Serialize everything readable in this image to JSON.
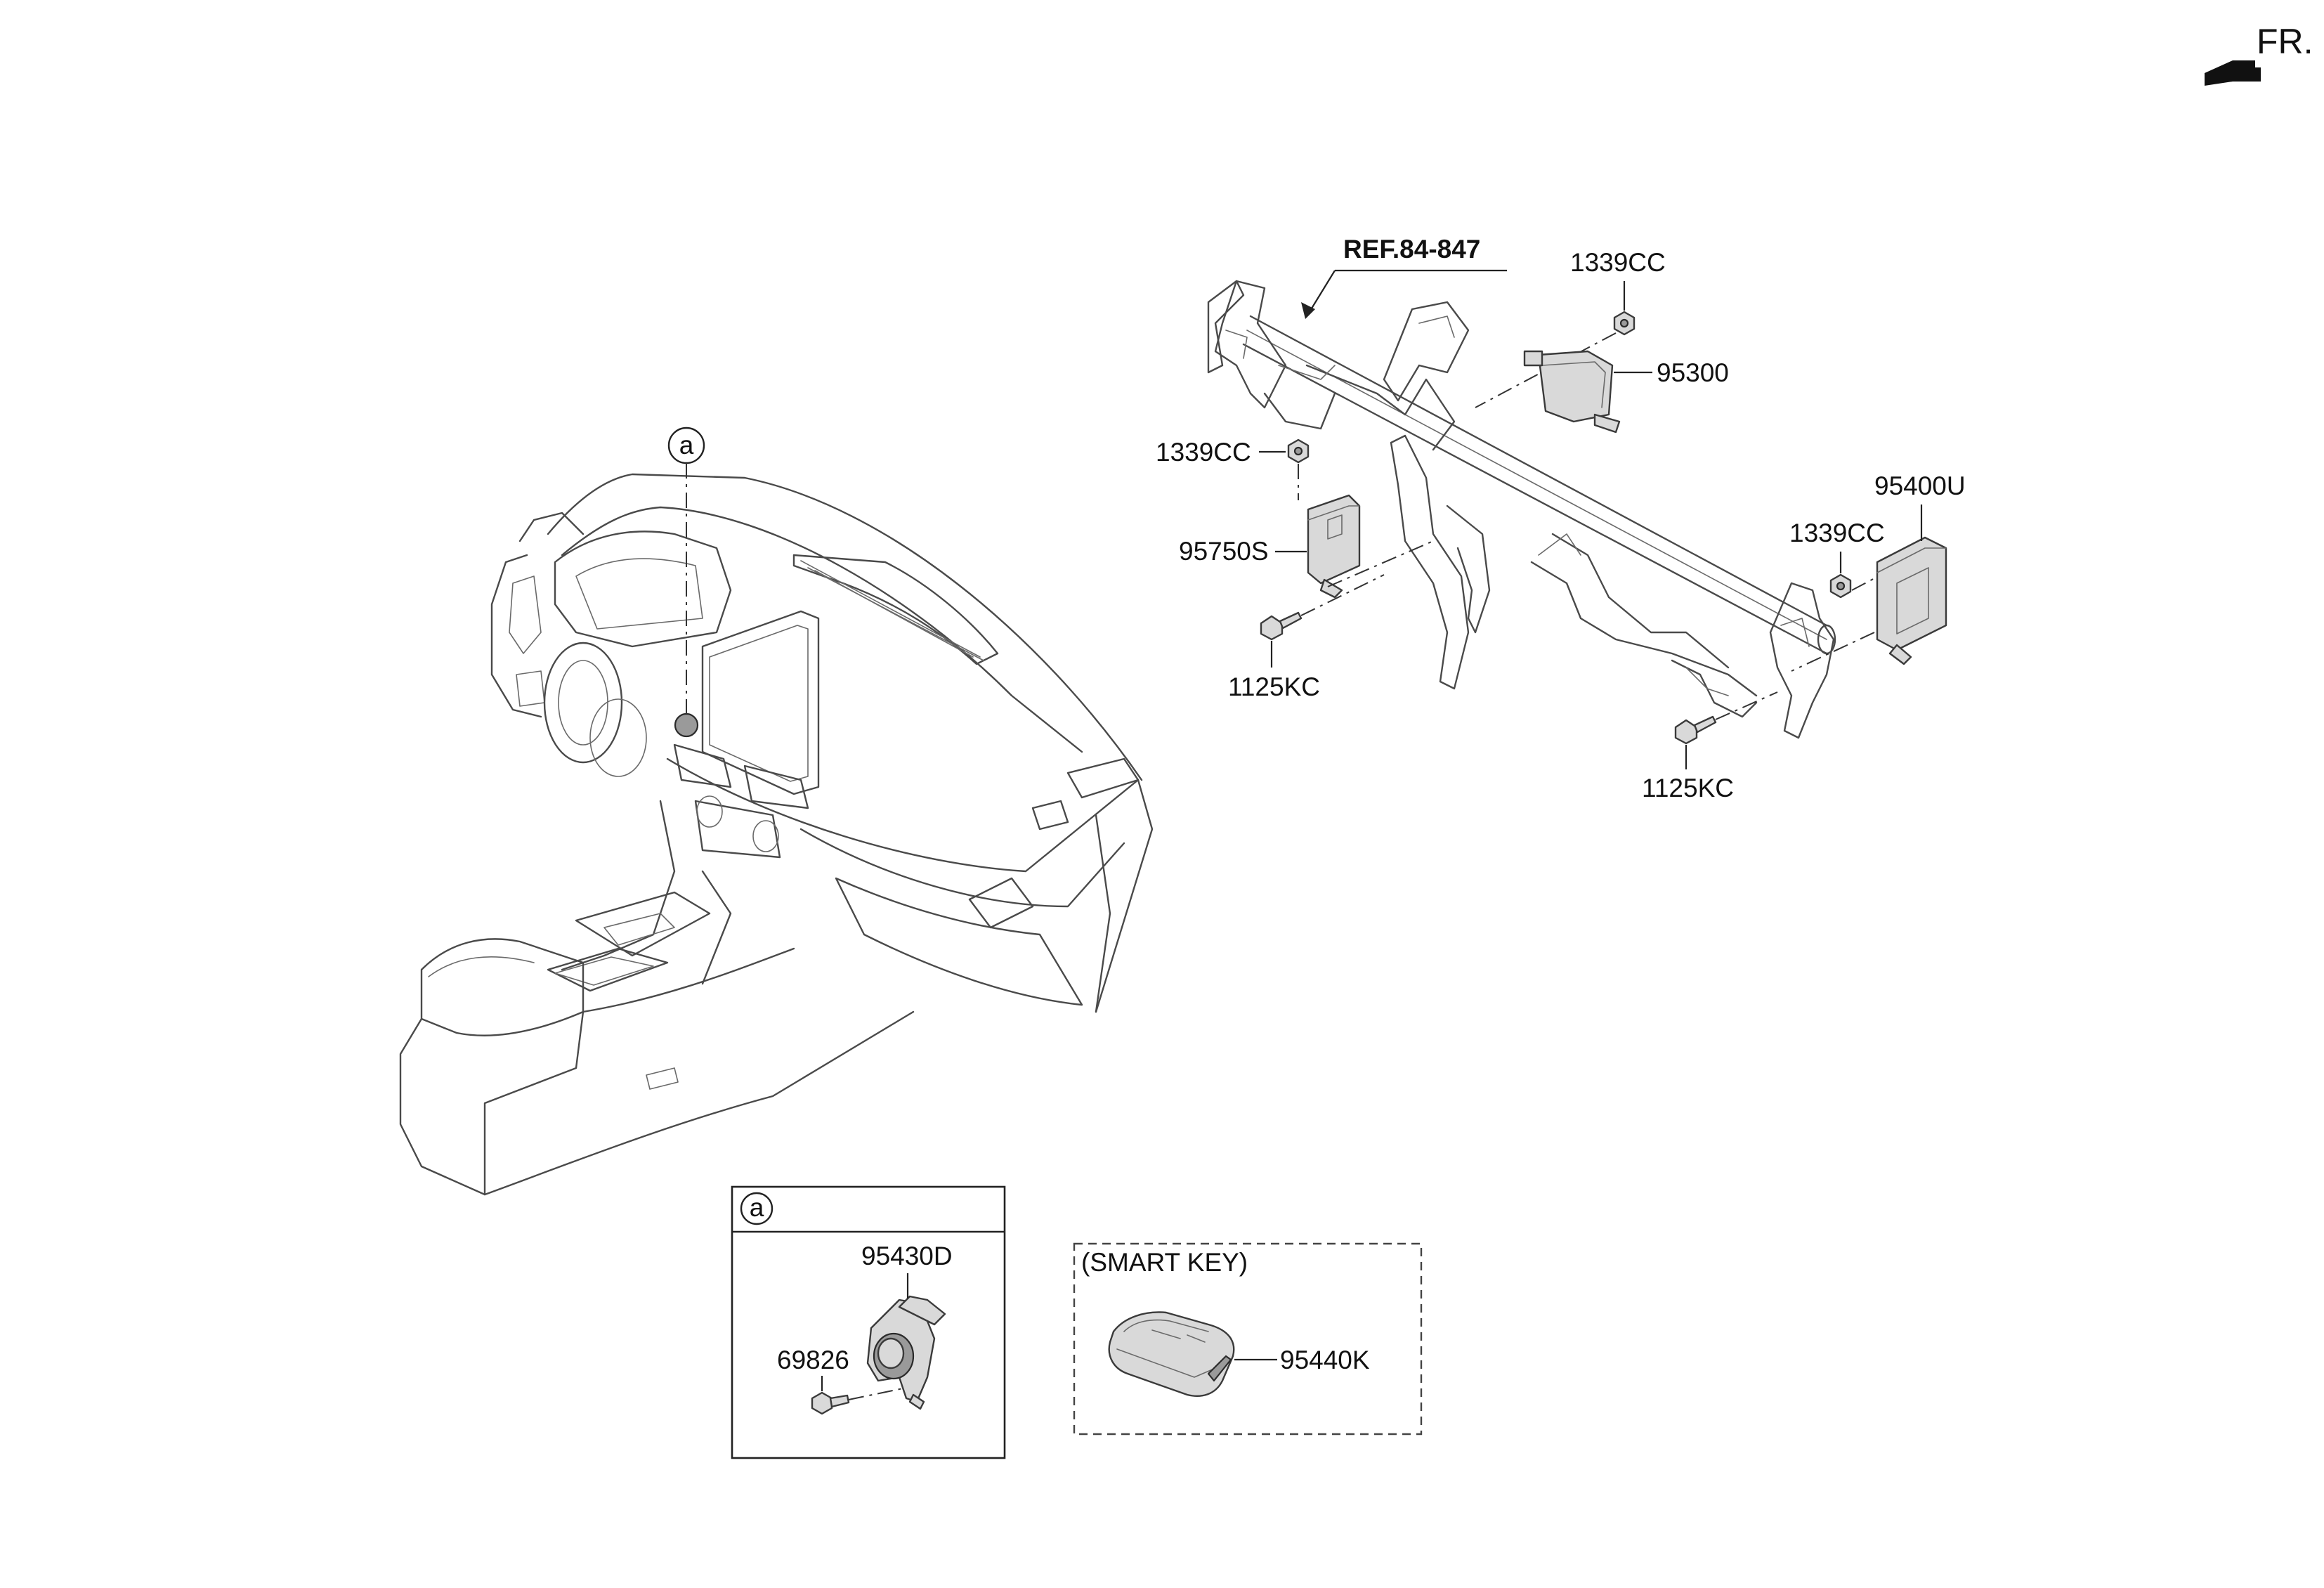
{
  "direction": {
    "label": "FR."
  },
  "reference": {
    "label": "REF.84-847"
  },
  "callouts": {
    "nut_top": "1339CC",
    "module_95300": "95300",
    "nut_left": "1339CC",
    "module_95750s": "95750S",
    "bolt_left": "1125KC",
    "module_95400u": "95400U",
    "nut_right": "1339CC",
    "bolt_right": "1125KC"
  },
  "detail_marker": {
    "label": "a"
  },
  "detail_box": {
    "marker": "a",
    "part_switch": "95430D",
    "part_screw": "69826"
  },
  "smart_key_box": {
    "title": "(SMART KEY)",
    "part": "95440K"
  }
}
